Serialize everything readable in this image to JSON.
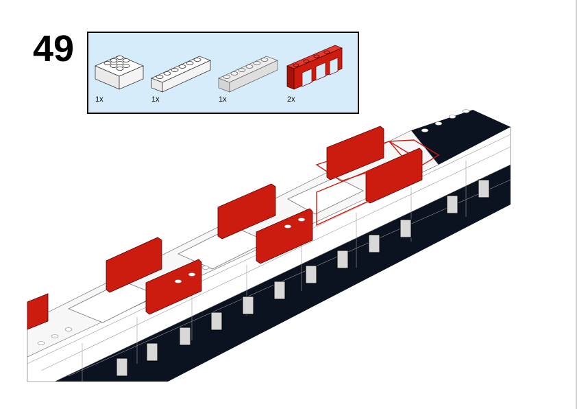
{
  "page": {
    "step_number": "49"
  },
  "parts_list": [
    {
      "name": "brick-2x4-white",
      "quantity": "1x",
      "color": "#ffffff"
    },
    {
      "name": "brick-1x6-white",
      "quantity": "1x",
      "color": "#ffffff"
    },
    {
      "name": "brick-1x6-transparent-clear",
      "quantity": "1x",
      "color": "#e8e8e8"
    },
    {
      "name": "fence-1x4x2-red",
      "quantity": "2x",
      "color": "#cc1c10"
    }
  ],
  "colors": {
    "panel_background": "#d6ecfa",
    "brick_white": "#ffffff",
    "brick_black": "#0b1220",
    "brick_red": "#cc1c10",
    "window_grey": "#d8d8d8"
  }
}
